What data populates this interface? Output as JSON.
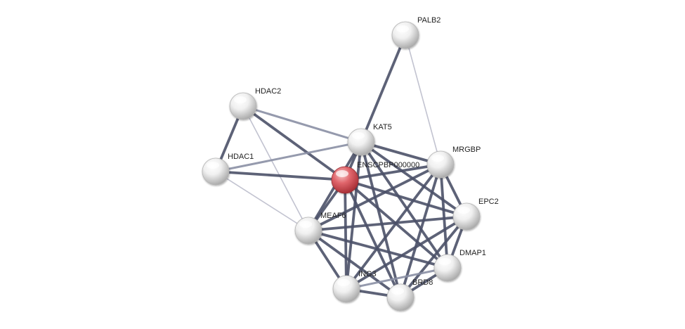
{
  "network": {
    "nodes": [
      {
        "id": "ENSCPBP000000",
        "label": "ENSCPBP000000",
        "query": true
      },
      {
        "id": "PALB2",
        "label": "PALB2",
        "query": false
      },
      {
        "id": "HDAC2",
        "label": "HDAC2",
        "query": false
      },
      {
        "id": "KAT5",
        "label": "KAT5",
        "query": false
      },
      {
        "id": "HDAC1",
        "label": "HDAC1",
        "query": false
      },
      {
        "id": "MRGBP",
        "label": "MRGBP",
        "query": false
      },
      {
        "id": "EPC2",
        "label": "EPC2",
        "query": false
      },
      {
        "id": "MEAF6",
        "label": "MEAF6",
        "query": false
      },
      {
        "id": "DMAP1",
        "label": "DMAP1",
        "query": false
      },
      {
        "id": "ING3",
        "label": "ING3",
        "query": false
      },
      {
        "id": "BRD8",
        "label": "BRD8",
        "query": false
      }
    ],
    "edges": [
      {
        "source": "PALB2",
        "target": "KAT5",
        "strength": "strong"
      },
      {
        "source": "PALB2",
        "target": "MRGBP",
        "strength": "weak"
      },
      {
        "source": "HDAC2",
        "target": "HDAC1",
        "strength": "strong"
      },
      {
        "source": "HDAC2",
        "target": "ENSCPBP000000",
        "strength": "strong"
      },
      {
        "source": "HDAC2",
        "target": "KAT5",
        "strength": "medium"
      },
      {
        "source": "HDAC2",
        "target": "MEAF6",
        "strength": "weak"
      },
      {
        "source": "HDAC1",
        "target": "ENSCPBP000000",
        "strength": "strong"
      },
      {
        "source": "HDAC1",
        "target": "KAT5",
        "strength": "medium"
      },
      {
        "source": "HDAC1",
        "target": "MEAF6",
        "strength": "weak"
      },
      {
        "source": "KAT5",
        "target": "ENSCPBP000000",
        "strength": "strong"
      },
      {
        "source": "KAT5",
        "target": "MRGBP",
        "strength": "strong"
      },
      {
        "source": "KAT5",
        "target": "EPC2",
        "strength": "strong"
      },
      {
        "source": "KAT5",
        "target": "MEAF6",
        "strength": "strong"
      },
      {
        "source": "KAT5",
        "target": "DMAP1",
        "strength": "strong"
      },
      {
        "source": "KAT5",
        "target": "ING3",
        "strength": "strong"
      },
      {
        "source": "KAT5",
        "target": "BRD8",
        "strength": "strong"
      },
      {
        "source": "ENSCPBP000000",
        "target": "MRGBP",
        "strength": "strong"
      },
      {
        "source": "ENSCPBP000000",
        "target": "EPC2",
        "strength": "strong"
      },
      {
        "source": "ENSCPBP000000",
        "target": "MEAF6",
        "strength": "strong"
      },
      {
        "source": "ENSCPBP000000",
        "target": "DMAP1",
        "strength": "strong"
      },
      {
        "source": "ENSCPBP000000",
        "target": "ING3",
        "strength": "strong"
      },
      {
        "source": "ENSCPBP000000",
        "target": "BRD8",
        "strength": "strong"
      },
      {
        "source": "MRGBP",
        "target": "EPC2",
        "strength": "strong"
      },
      {
        "source": "MRGBP",
        "target": "MEAF6",
        "strength": "strong"
      },
      {
        "source": "MRGBP",
        "target": "DMAP1",
        "strength": "strong"
      },
      {
        "source": "MRGBP",
        "target": "ING3",
        "strength": "strong"
      },
      {
        "source": "MRGBP",
        "target": "BRD8",
        "strength": "strong"
      },
      {
        "source": "EPC2",
        "target": "MEAF6",
        "strength": "strong"
      },
      {
        "source": "EPC2",
        "target": "DMAP1",
        "strength": "strong"
      },
      {
        "source": "EPC2",
        "target": "ING3",
        "strength": "strong"
      },
      {
        "source": "EPC2",
        "target": "BRD8",
        "strength": "strong"
      },
      {
        "source": "MEAF6",
        "target": "DMAP1",
        "strength": "strong"
      },
      {
        "source": "MEAF6",
        "target": "ING3",
        "strength": "strong"
      },
      {
        "source": "MEAF6",
        "target": "BRD8",
        "strength": "strong"
      },
      {
        "source": "DMAP1",
        "target": "ING3",
        "strength": "medium"
      },
      {
        "source": "DMAP1",
        "target": "BRD8",
        "strength": "strong"
      },
      {
        "source": "ING3",
        "target": "BRD8",
        "strength": "strong"
      }
    ]
  },
  "colors": {
    "node_fill": "#e4e4e4",
    "query_node_fill": "#d9545a",
    "edge_strong": "#4b5168",
    "edge_medium": "#8a8fa4",
    "edge_weak": "#c2c3d0",
    "label_text": "#222222"
  }
}
